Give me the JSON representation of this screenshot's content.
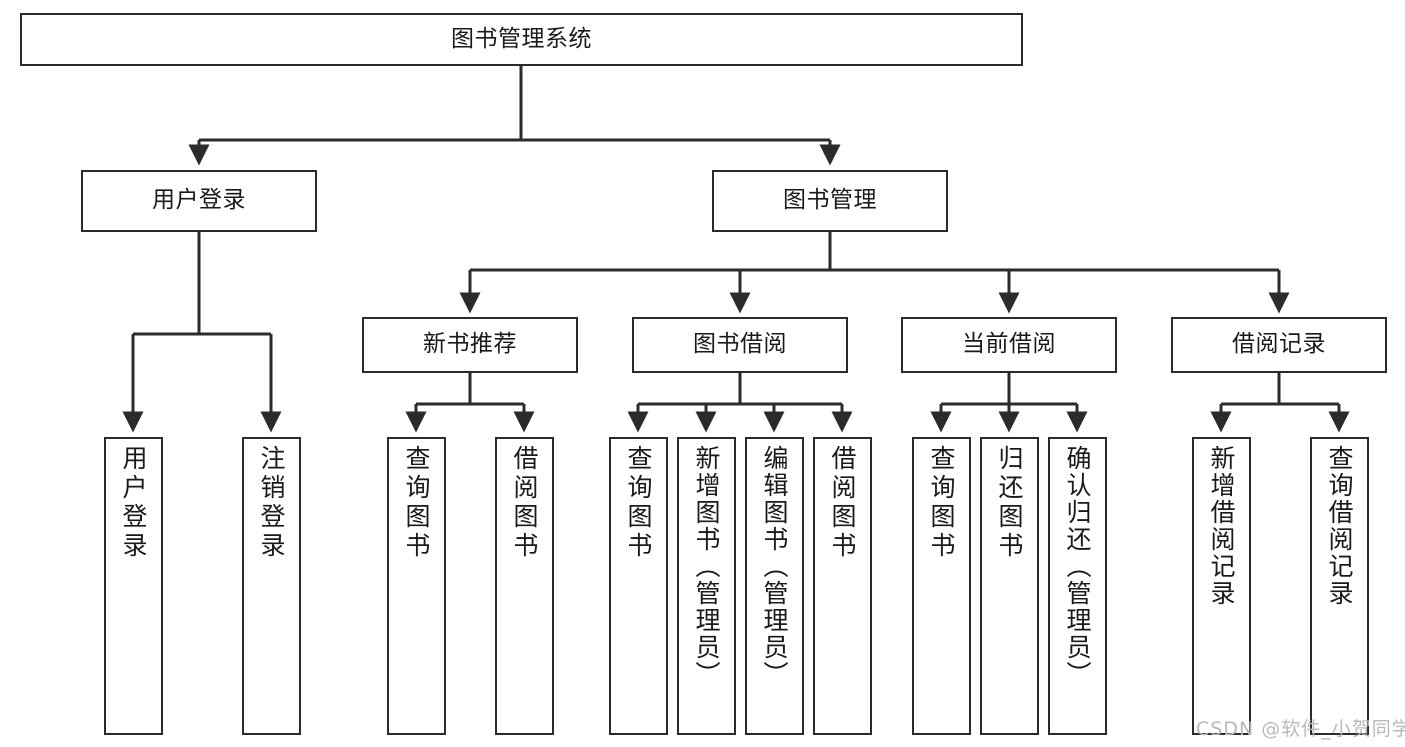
{
  "diagram": {
    "title": "图书管理系统",
    "watermark": "CSDN @软件_小贺同学",
    "line_color": "#2b2b2b",
    "box_fill": "#ffffff",
    "text_color": "#1a1a1a",
    "watermark_color": "#b9b9b9",
    "root": {
      "label": "图书管理系统"
    },
    "level1": [
      {
        "label": "用户登录"
      },
      {
        "label": "图书管理"
      }
    ],
    "level2": [
      {
        "label": "新书推荐"
      },
      {
        "label": "图书借阅"
      },
      {
        "label": "当前借阅"
      },
      {
        "label": "借阅记录"
      }
    ],
    "leaves": {
      "user_login": [
        {
          "label": "用户登录"
        },
        {
          "label": "注销登录"
        }
      ],
      "new_book_recommend": [
        {
          "label": "查询图书"
        },
        {
          "label": "借阅图书"
        }
      ],
      "book_borrow": [
        {
          "label": "查询图书"
        },
        {
          "label": "新增图书（管理员）"
        },
        {
          "label": "编辑图书（管理员）"
        },
        {
          "label": "借阅图书"
        }
      ],
      "current_borrow": [
        {
          "label": "查询图书"
        },
        {
          "label": "归还图书"
        },
        {
          "label": "确认归还（管理员）"
        }
      ],
      "borrow_record": [
        {
          "label": "新增借阅记录"
        },
        {
          "label": "查询借阅记录"
        }
      ]
    }
  }
}
